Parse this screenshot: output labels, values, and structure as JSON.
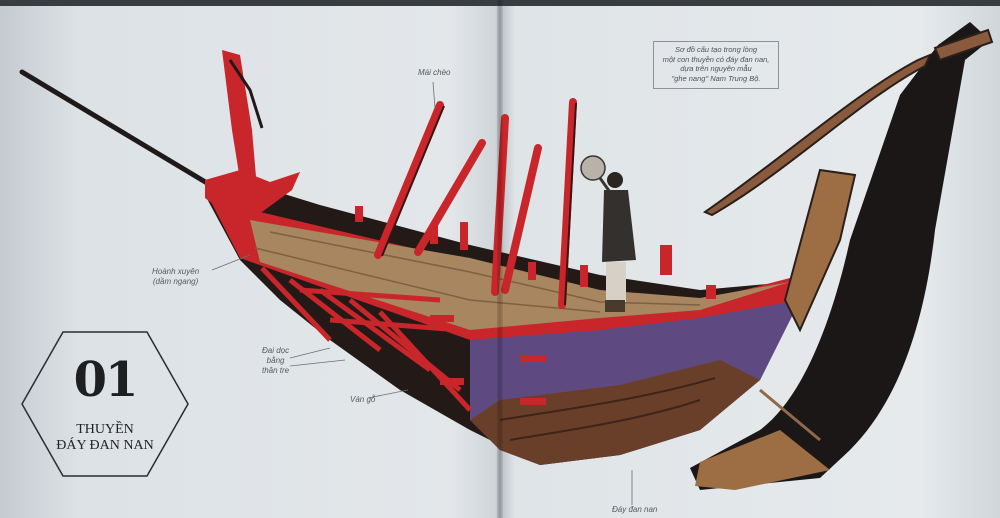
{
  "caption": {
    "lines": [
      "Sơ đồ cấu tạo trong lòng",
      "một con thuyền có đáy đan nan,",
      "dựa trên nguyên mẫu",
      "\"ghe nang\" Nam Trung Bộ."
    ]
  },
  "labels": {
    "mai_cheo": "Mái chèo",
    "hoanh_xuyen": [
      "Hoành xuyên",
      "(dầm ngang)"
    ],
    "dai_doc": [
      "Đai dọc",
      "bằng",
      "thân tre"
    ],
    "van_go": "Ván gỗ",
    "day_dan_nan": "Đáy đan nan"
  },
  "chapter": {
    "number": "01",
    "title_lines": [
      "THUYỀN",
      "ĐÁY ĐAN NAN"
    ]
  },
  "colors": {
    "accent_red": "#d0262b",
    "hull_purple": "#5e4a80",
    "deck_wood": "#a8865f",
    "rudder_black": "#1b1716",
    "basket_bottom": "#6a3f2a"
  },
  "icons": {
    "chapter_frame": "hexagon",
    "figure": "boat-illustration"
  }
}
